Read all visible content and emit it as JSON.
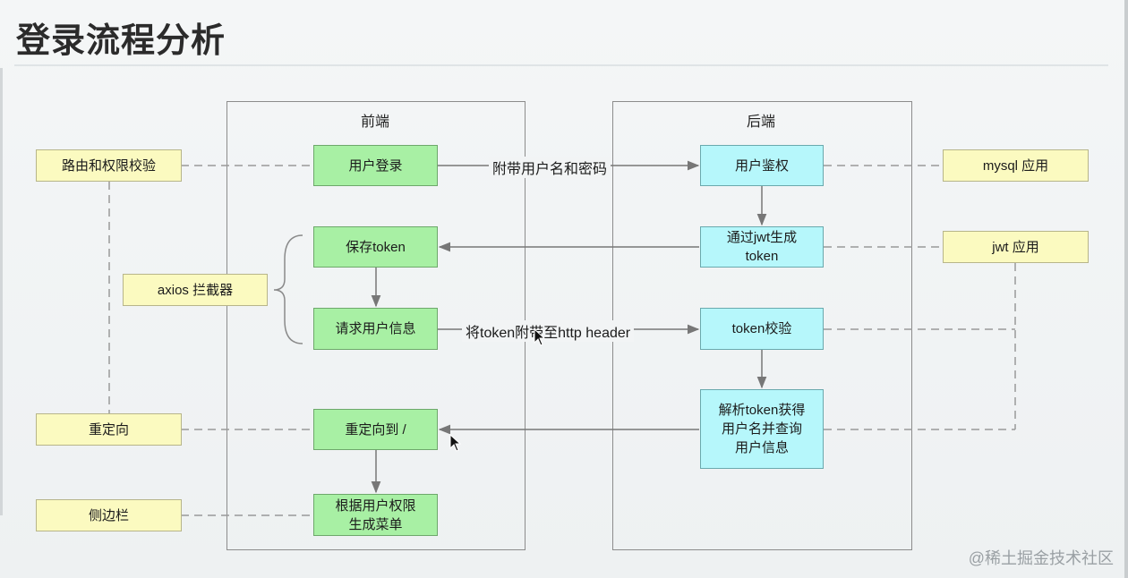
{
  "title": "登录流程分析",
  "lanes": {
    "frontend": "前端",
    "backend": "后端"
  },
  "boxes": {
    "routing_check": "路由和权限校验",
    "axios_interceptor": "axios 拦截器",
    "redirect": "重定向",
    "sidebar": "侧边栏",
    "user_login": "用户登录",
    "save_token": "保存token",
    "request_user_info": "请求用户信息",
    "redirect_to_root": "重定向到 /",
    "gen_menu": "根据用户权限\n生成菜单",
    "user_auth": "用户鉴权",
    "jwt_generate": "通过jwt生成\ntoken",
    "token_verify": "token校验",
    "parse_token": "解析token获得\n用户名并查询\n用户信息",
    "mysql_app": "mysql 应用",
    "jwt_app": "jwt 应用"
  },
  "edge_labels": {
    "login_to_auth": "附带用户名和密码",
    "request_to_verify": "将token附带至http header"
  },
  "watermark": "@稀土掘金技术社区",
  "colors": {
    "yellow": "#fbfac0",
    "green": "#a8f0a4",
    "cyan": "#b6f7fb",
    "lane_border": "#8c8c8c"
  },
  "icons": [
    "mouse-pointer-icon"
  ]
}
